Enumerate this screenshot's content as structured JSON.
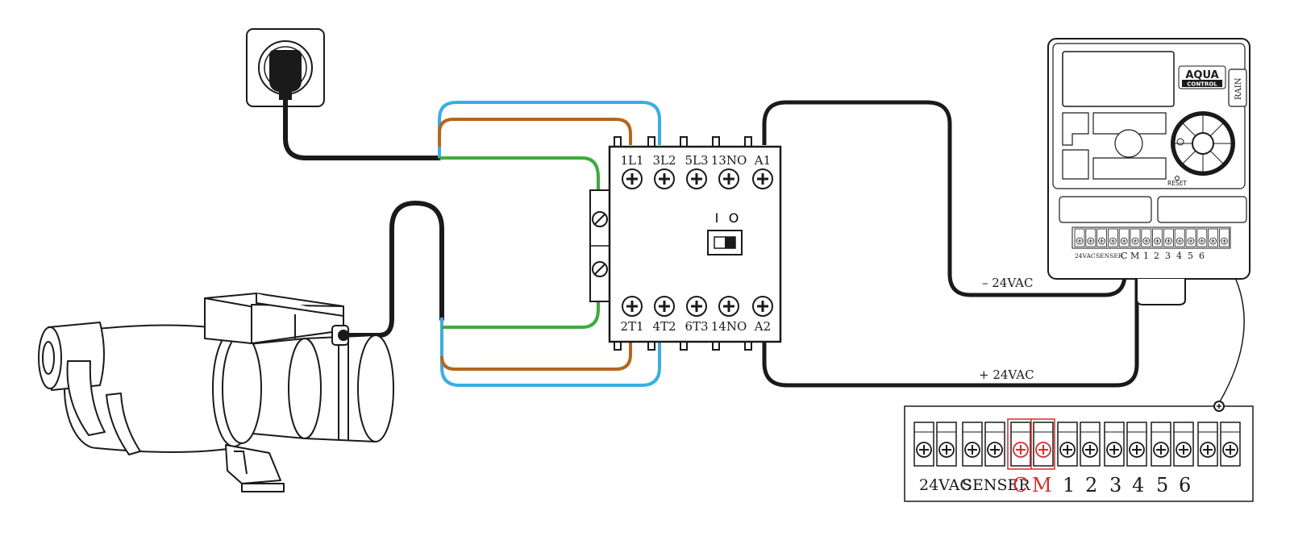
{
  "contactor": {
    "top_terminals": [
      "1L1",
      "3L2",
      "5L3",
      "13NO",
      "A1"
    ],
    "bottom_terminals": [
      "2T1",
      "4T2",
      "6T3",
      "14NO",
      "A2"
    ],
    "switch_symbols": [
      "I",
      "O"
    ]
  },
  "wires": {
    "minus_label": "– 24VAC",
    "plus_label": "+ 24VAC",
    "colors": {
      "blue": "#3aaee0",
      "brown": "#b5651d",
      "green": "#3daa3d",
      "black": "#1a1a1a",
      "red": "#d62a2a"
    }
  },
  "controller": {
    "brand_line1": "AQUA",
    "brand_line2": "CONTROL",
    "rain_label": "RAIN",
    "reset_label": "RESET",
    "terminal_labels": {
      "vac": "24VAC",
      "sensor": "SENSER",
      "c": "C",
      "m": "M",
      "z1": "1",
      "z2": "2",
      "z3": "3",
      "z4": "4",
      "z5": "5",
      "z6": "6"
    }
  },
  "zoom_panel": {
    "labels": {
      "vac": "24VAC",
      "sensor": "SENSER",
      "c": "C",
      "m": "M",
      "z1": "1",
      "z2": "2",
      "z3": "3",
      "z4": "4",
      "z5": "5",
      "z6": "6"
    }
  }
}
